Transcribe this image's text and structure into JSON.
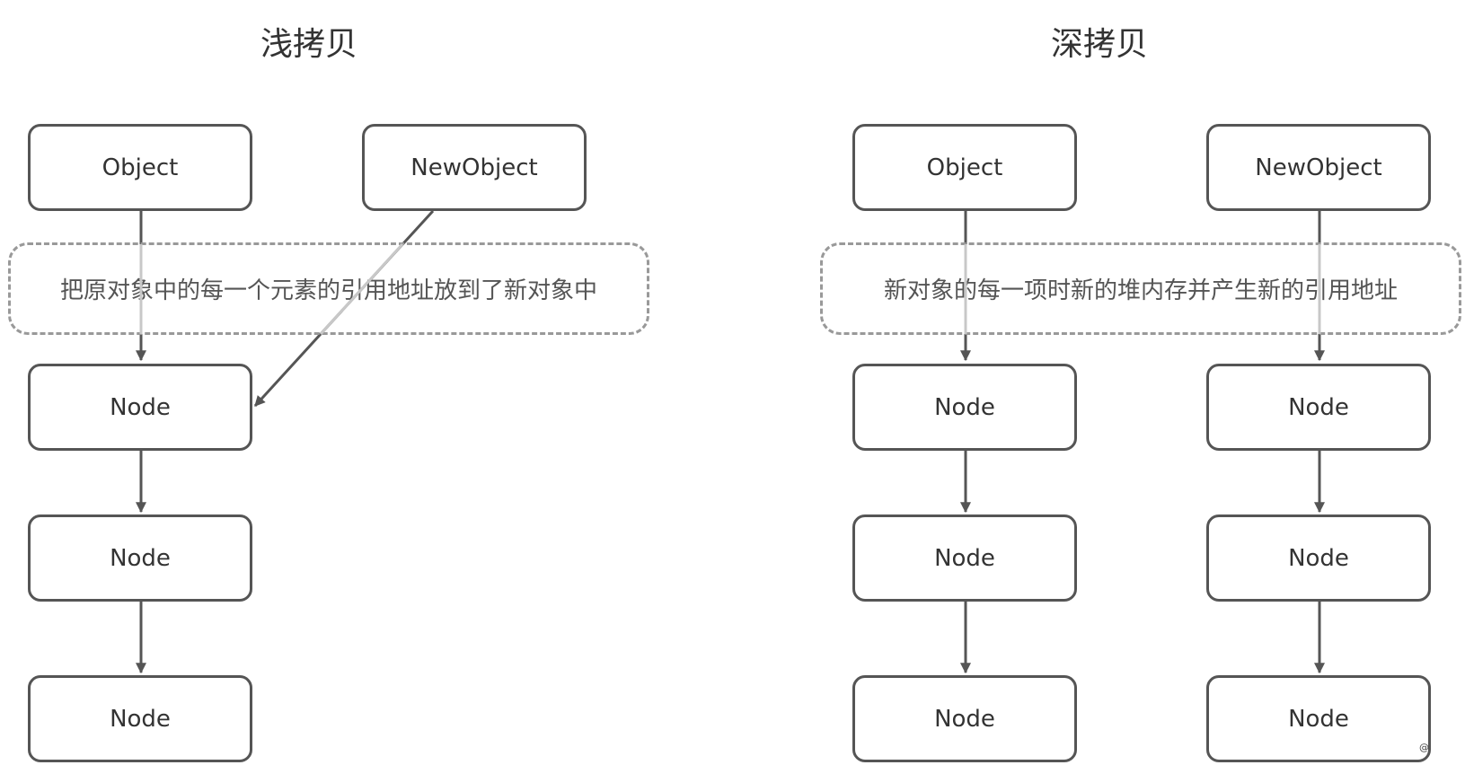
{
  "left": {
    "title": "浅拷贝",
    "object_label": "Object",
    "new_object_label": "NewObject",
    "note": "把原对象中的每一个元素的引用地址放到了新对象中",
    "nodes": [
      "Node",
      "Node",
      "Node"
    ]
  },
  "right": {
    "title": "深拷贝",
    "object_label": "Object",
    "new_object_label": "NewObject",
    "note": "新对象的每一项时新的堆内存并产生新的引用地址",
    "nodes_object": [
      "Node",
      "Node",
      "Node"
    ],
    "nodes_new_object": [
      "Node",
      "Node",
      "Node"
    ]
  },
  "watermark": "@",
  "colors": {
    "box_border": "#555555",
    "note_border": "#999999",
    "arrow": "#555555",
    "faint_arrow": "#c8c8c8",
    "text": "#333333"
  }
}
